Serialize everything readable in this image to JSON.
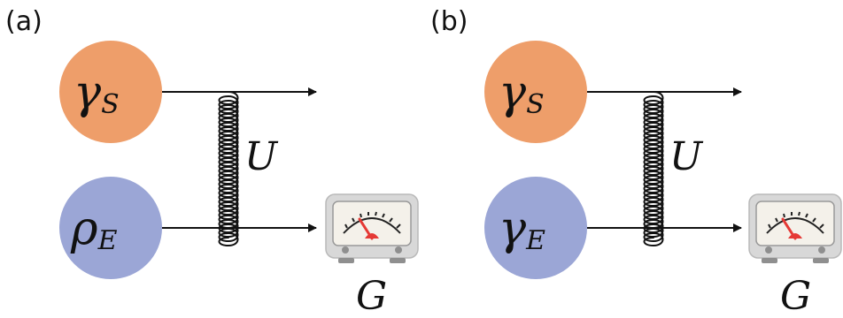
{
  "panels": [
    {
      "label": "(a)",
      "top_node": {
        "symbol": "γ",
        "subscript": "S",
        "color": "#EE9E6A"
      },
      "bottom_node": {
        "symbol": "ρ",
        "subscript": "E",
        "color": "#9BA6D6"
      },
      "coupling_label": "U",
      "meter_label": "G"
    },
    {
      "label": "(b)",
      "top_node": {
        "symbol": "γ",
        "subscript": "S",
        "color": "#EE9E6A"
      },
      "bottom_node": {
        "symbol": "γ",
        "subscript": "E",
        "color": "#9BA6D6"
      },
      "coupling_label": "U",
      "meter_label": "G"
    }
  ],
  "colors": {
    "line": "#111111",
    "meter_body": "#D8D8D8",
    "meter_face": "#F4F1EA",
    "meter_needle": "#E53935"
  }
}
